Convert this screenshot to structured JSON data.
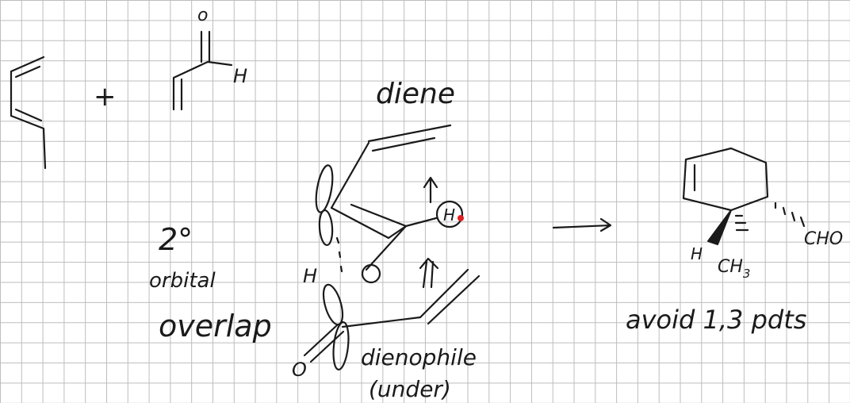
{
  "notes": {
    "plus": "+",
    "aldehyde_oxygen": "o",
    "aldehyde_h": "H",
    "diene_label": "diene",
    "secondary_label_num": "2°",
    "orbital_label": "orbital",
    "overlap_label": "overlap",
    "ts_h": "H",
    "ts_h_circled": "H",
    "ts_o": "O",
    "dienophile_label": "dienophile",
    "under_label": "(under)",
    "product_cho": "CHO",
    "product_h": "H",
    "product_ch3": "CH",
    "product_ch3_sub": "3",
    "avoid_label": "avoid 1,3 pdts"
  },
  "colors": {
    "ink": "#1a1a1a",
    "highlight": "#e02020",
    "grid": "#bdbdbd"
  }
}
